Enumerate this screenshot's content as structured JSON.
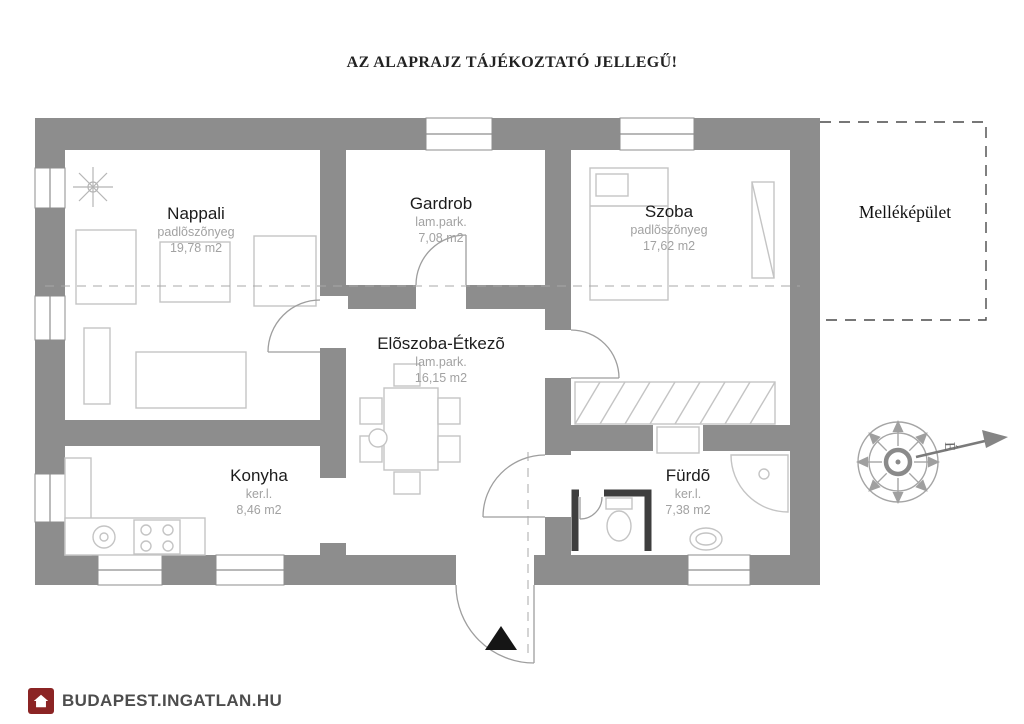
{
  "title": "AZ ALAPRAJZ TÁJÉKOZTATÓ JELLEGŰ!",
  "rooms": [
    {
      "name": "Nappali",
      "floor": "padlõszõnyeg",
      "area": "19,78 m2"
    },
    {
      "name": "Gardrob",
      "floor": "lam.park.",
      "area": "7,08 m2"
    },
    {
      "name": "Szoba",
      "floor": "padlõszõnyeg",
      "area": "17,62 m2"
    },
    {
      "name": "Elõszoba-Étkezõ",
      "floor": "lam.park.",
      "area": "16,15 m2"
    },
    {
      "name": "Konyha",
      "floor": "ker.l.",
      "area": "8,46 m2"
    },
    {
      "name": "Fürdõ",
      "floor": "ker.l.",
      "area": "7,38 m2"
    }
  ],
  "annex": {
    "label": "Melléképület"
  },
  "compass": {
    "north_label": "É"
  },
  "footer": {
    "logo_text": "BUDAPEST.INGATLAN.HU"
  },
  "colors": {
    "wall": "#8d8d8d",
    "wall_dark": "#3e3e3e",
    "furniture": "#c4c4c4",
    "label_muted": "#a2a2a2",
    "logo_red": "#8b2424",
    "logo_text": "#4d4d4d"
  }
}
